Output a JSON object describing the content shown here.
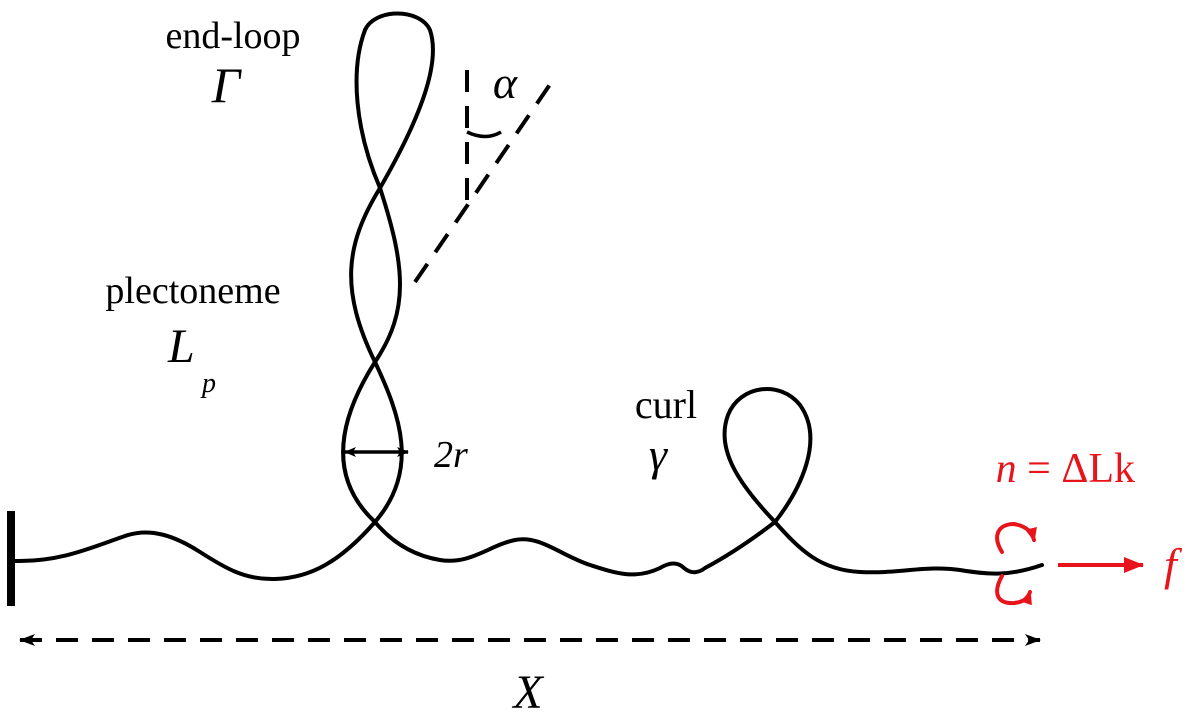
{
  "labels": {
    "end_loop": "end-loop",
    "end_loop_symbol": "Γ",
    "plectoneme": "plectoneme",
    "plectoneme_symbol": "L",
    "plectoneme_subscript": "p",
    "angle": "α",
    "radius": "2r",
    "curl": "curl",
    "curl_symbol": "γ",
    "linking_var": "n",
    "linking_eq": " = ",
    "linking_val": "ΔLk",
    "force": "f",
    "extension": "X"
  },
  "colors": {
    "ink": "#000000",
    "accent": "#e8141b"
  }
}
